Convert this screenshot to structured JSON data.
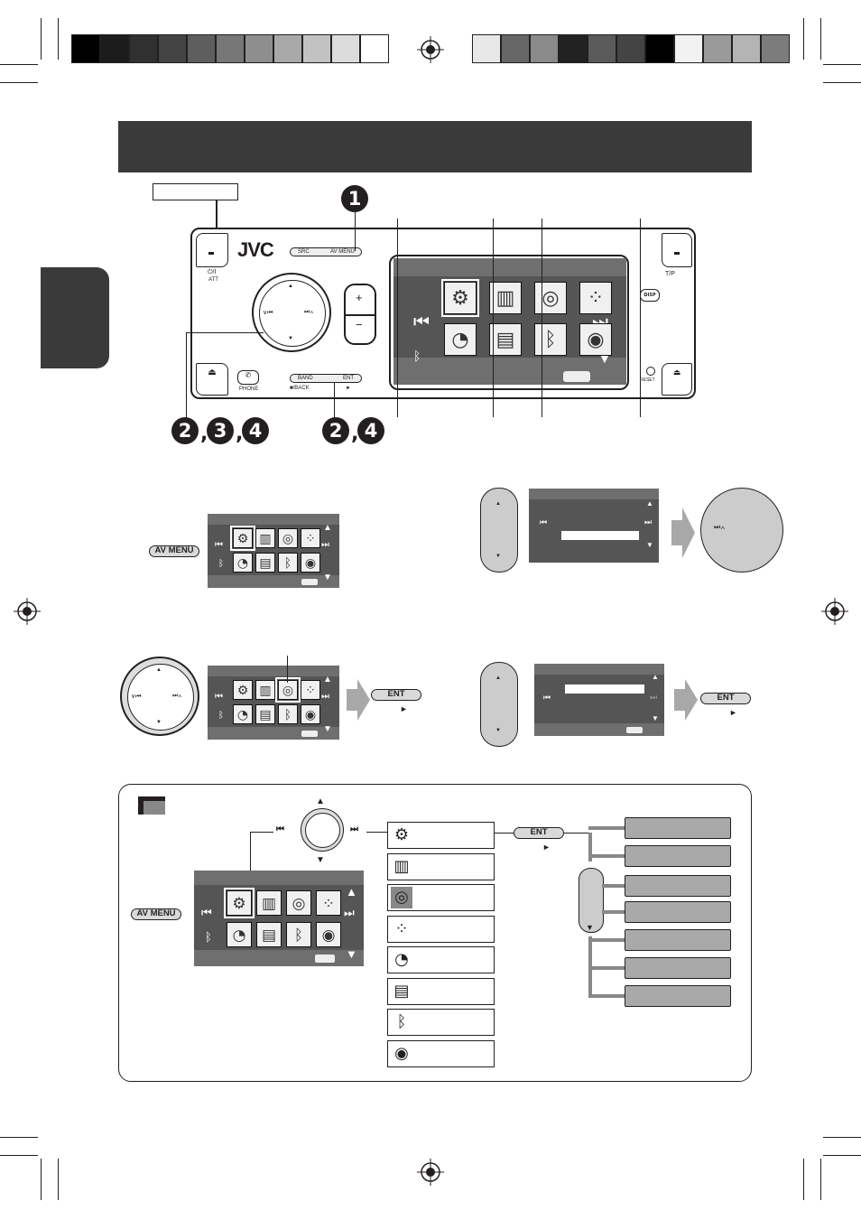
{
  "device": {
    "brand": "JVC",
    "src_label": "SRC",
    "av_menu_label": "AV MENU",
    "att_label": "ATT",
    "phone_label": "PHONE",
    "band_label": "BAND",
    "ent_label": "ENT",
    "back_label": "/BACK",
    "tp_label": "T/P",
    "reset_label": "RESET",
    "disp_label": "DISP",
    "plus_label": "+",
    "minus_label": "−"
  },
  "steps": {
    "one": "1",
    "two": "2",
    "three": "3",
    "four": "4"
  },
  "buttons": {
    "av_menu": "AV MENU",
    "ent": "ENT",
    "ent_arrow": "►"
  },
  "colors": {
    "banner": "#3a3a3a",
    "screen": "#555555",
    "submenu": "#a9a9a9"
  },
  "swatches_left": [
    "#000000",
    "#1c1c1c",
    "#303030",
    "#444444",
    "#5e5e5e",
    "#777777",
    "#8e8e8e",
    "#a8a8a8",
    "#c2c2c2",
    "#dcdcdc",
    "#ffffff"
  ],
  "swatches_right": [
    "#e8e8e8",
    "#666666",
    "#8a8a8a",
    "#222222",
    "#5a5a5a",
    "#444444",
    "#000000",
    "#f2f2f2",
    "#9a9a9a",
    "#b4b4b4",
    "#7c7c7c"
  ],
  "menu_icons": [
    "setup-icon",
    "equalizer-icon",
    "speaker-icon",
    "fader-icon",
    "clock-icon",
    "list-icon",
    "bluetooth-icon",
    "disc-icon"
  ]
}
